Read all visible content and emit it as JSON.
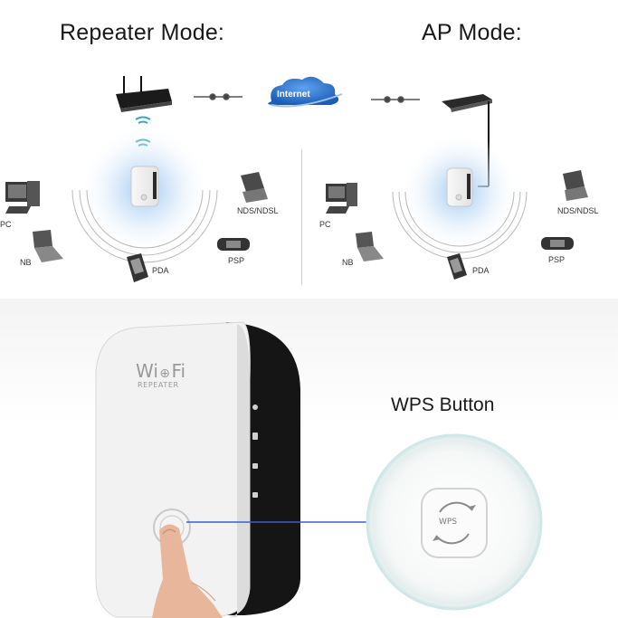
{
  "header": {
    "repeater_title": "Repeater Mode:",
    "ap_title": "AP Mode:"
  },
  "cloud": {
    "label": "Internet"
  },
  "repeater": {
    "devices": {
      "pc": "PC",
      "nb": "NB",
      "pda": "PDA",
      "nds": "NDS/NDSL",
      "psp": "PSP"
    }
  },
  "ap": {
    "devices": {
      "pc": "PC",
      "nb": "NB",
      "pda": "PDA",
      "nds": "NDS/NDSL",
      "psp": "PSP"
    }
  },
  "product": {
    "brand_line1": "Wi",
    "brand_line1b": "Fi",
    "brand_line2": "REPEATER",
    "wps_button_label": "WPS Button",
    "wps_key_text": "WPS"
  },
  "colors": {
    "glow": "#bcd9f5",
    "cloud": "#2a6fc9",
    "callout_line": "#3b5fd0",
    "device_dark": "#1c1c1c"
  }
}
